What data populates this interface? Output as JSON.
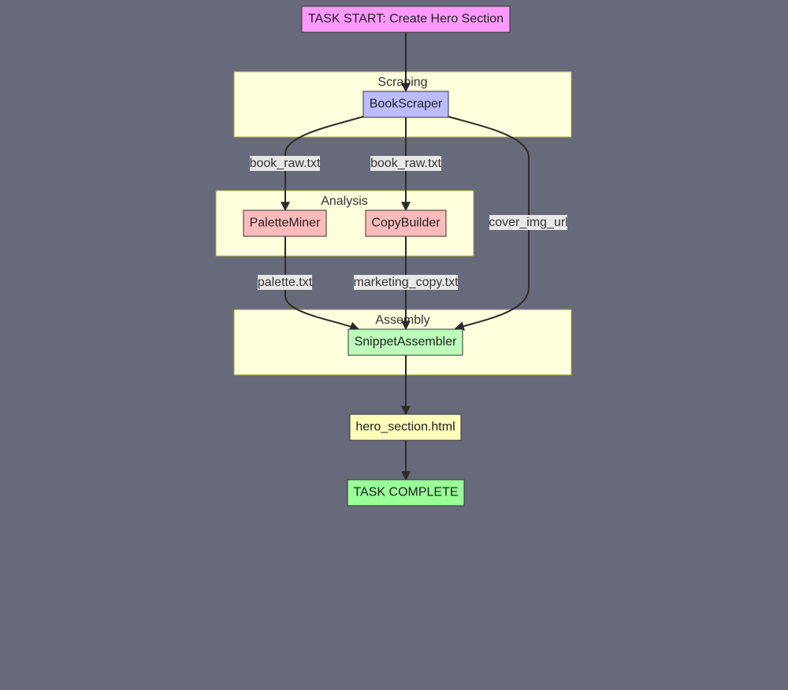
{
  "colors": {
    "background": "#676a7b",
    "cluster_fill": "#ffffde",
    "cluster_stroke": "#aaaa33",
    "start_fill": "#ff99ff",
    "agent_scrape_fill": "#bbbbff",
    "agent_analysis_fill": "#ffbbbb",
    "agent_assembly_fill": "#bbffbb",
    "artifact_fill": "#ffffbb",
    "complete_fill": "#99ff99",
    "node_stroke": "#333333",
    "edge": "#2b2b2b"
  },
  "clusters": {
    "scraping": "Scraping",
    "analysis": "Analysis",
    "assembly": "Assembly"
  },
  "nodes": {
    "start": "TASK START: Create Hero Section",
    "bookscraper": "BookScraper",
    "paletteminer": "PaletteMiner",
    "copybuilder": "CopyBuilder",
    "snippetassembler": "SnippetAssembler",
    "hero_html": "hero_section.html",
    "complete": "TASK COMPLETE"
  },
  "edge_labels": {
    "to_paletteminer": "book_raw.txt",
    "to_copybuilder": "book_raw.txt",
    "cover_img": "cover_img_url",
    "palette": "palette.txt",
    "marketing_copy": "marketing_copy.txt"
  }
}
